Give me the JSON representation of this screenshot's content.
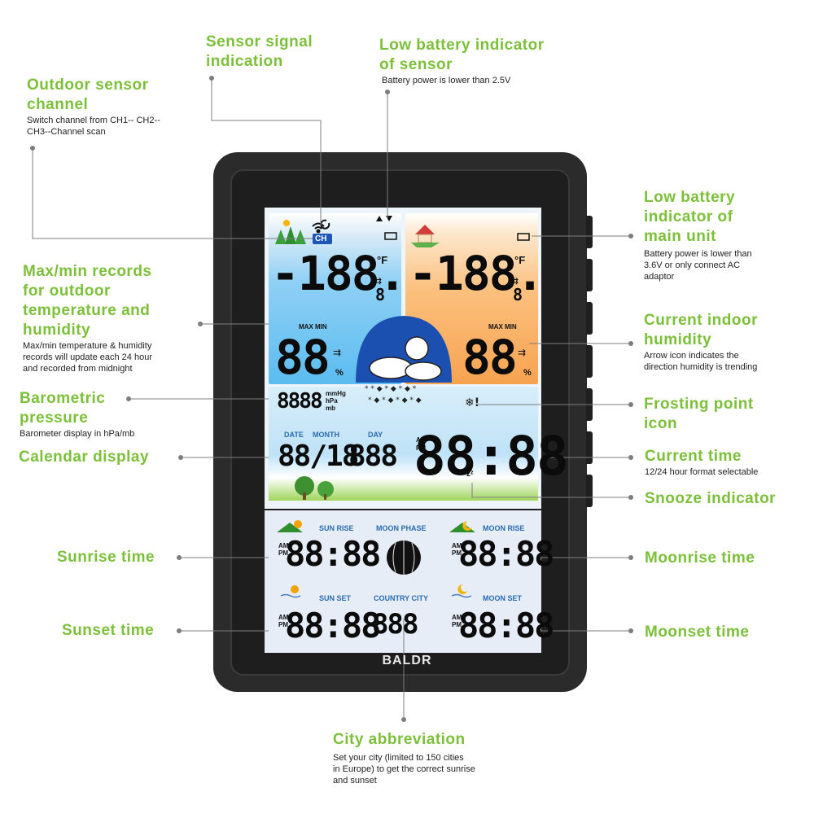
{
  "callouts": {
    "sensor_signal": {
      "title_l1": "Sensor signal",
      "title_l2": "indication"
    },
    "low_batt_sensor": {
      "title_l1": "Low battery indicator",
      "title_l2": "of sensor",
      "desc_l1": "Battery power is lower than 2.5V"
    },
    "outdoor_channel": {
      "title_l1": "Outdoor sensor",
      "title_l2": "channel",
      "desc_l1": "Switch channel from CH1-- CH2--",
      "desc_l2": "CH3--Channel scan"
    },
    "low_batt_main": {
      "title_l1": "Low battery",
      "title_l2": "indicator of",
      "title_l3": "main unit",
      "desc_l1": "Battery power is lower than",
      "desc_l2": "3.6V or only connect AC",
      "desc_l3": "adaptor"
    },
    "maxmin": {
      "title_l1": "Max/min records",
      "title_l2": "for outdoor",
      "title_l3": "temperature and",
      "title_l4": "humidity",
      "desc_l1": "Max/min temperature & humidity",
      "desc_l2": "records will update each 24 hour",
      "desc_l3": "and recorded from midnight"
    },
    "indoor_humidity": {
      "title_l1": "Current indoor",
      "title_l2": "humidity",
      "desc_l1": "Arrow icon indicates the",
      "desc_l2": "direction humidity is trending"
    },
    "barometric": {
      "title_l1": "Barometric",
      "title_l2": "pressure",
      "desc_l1": "Barometer display in hPa/mb"
    },
    "frosting": {
      "title_l1": "Frosting point",
      "title_l2": "icon"
    },
    "calendar": {
      "title_l1": "Calendar display"
    },
    "current_time": {
      "title_l1": "Current time",
      "desc_l1": "12/24 hour format selectable"
    },
    "snooze": {
      "title_l1": "Snooze indicator"
    },
    "sunrise": {
      "title_l1": "Sunrise time"
    },
    "moonrise": {
      "title_l1": "Moonrise time"
    },
    "sunset": {
      "title_l1": "Sunset time"
    },
    "moonset": {
      "title_l1": "Moonset time"
    },
    "city": {
      "title_l1": "City abbreviation",
      "desc_l1": "Set your city (limited to 150 cities",
      "desc_l2": "in Europe) to get the correct sunrise",
      "desc_l3": "and sunset"
    }
  },
  "screen": {
    "ch_label": "CH",
    "outdoor_temp": "-188.",
    "outdoor_temp_decimal": "8",
    "indoor_temp": "-188.",
    "indoor_temp_decimal": "8",
    "temp_unit": "°F",
    "max_min": "MAX MIN",
    "outdoor_hum": "88",
    "indoor_hum": "88",
    "hum_unit": "%",
    "pressure": "8888",
    "unit_mmhg": "mmHg",
    "unit_hpa": "hPa",
    "unit_mb": "mb",
    "date_label": "DATE",
    "month_label": "MONTH",
    "day_label": "DAY",
    "date_digits": "88/18",
    "day_digits": "888",
    "am": "AM",
    "pm": "PM",
    "time_digits": "88:88",
    "snooze_glyph": "zᶻ",
    "sunrise_label": "SUN RISE",
    "moonphase_label": "MOON PHASE",
    "moonrise_label": "MOON RISE",
    "sunset_label": "SUN SET",
    "country_city_label": "COUNTRY CITY",
    "moonset_label": "MOON SET",
    "sunrise_time": "88:88",
    "moonrise_time": "88:88",
    "sunset_time": "88:88",
    "moonset_time": "88:88",
    "city_digits": "888",
    "brand": "BALDR"
  },
  "colors": {
    "accent_green": "#7cc03a",
    "device_body": "#2b2b2b",
    "lcd_blue": "#5bbcf0",
    "lcd_orange": "#f7a350"
  }
}
